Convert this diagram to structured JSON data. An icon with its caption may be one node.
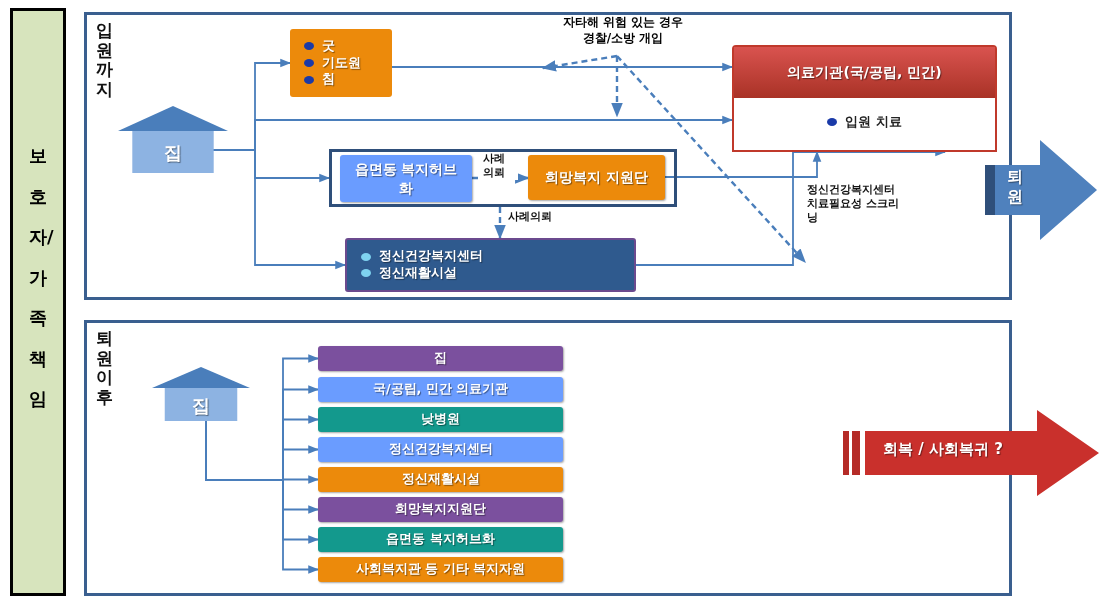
{
  "diagram": {
    "nodes": [
      {
        "text": [
          "보호자/가족책임"
        ]
      },
      {
        "text": [
          "입원까지"
        ]
      },
      {
        "text": [
          "집"
        ],
        "in": 1
      },
      {
        "text": [
          "굿",
          "기도원",
          "침"
        ],
        "in": 1
      },
      {
        "text": [
          "자타해 위험 있는 경우 경찰/소방 개입"
        ],
        "in": 1
      },
      {
        "text": [
          "의료기관(국/공립, 민간)",
          "입원 치료"
        ],
        "in": 1
      },
      {
        "text": [],
        "shape": "box",
        "in": 1
      },
      {
        "text": [
          "읍면동 복지허브화"
        ],
        "in": 6
      },
      {
        "text": [
          "희망복지 지원단"
        ],
        "in": 6
      },
      {
        "text": [
          "정신건강복지센터",
          "정신재활시설"
        ],
        "in": 1
      },
      {
        "text": [
          "퇴원"
        ]
      },
      {
        "text": [
          "퇴원 이후"
        ]
      },
      {
        "text": [
          "집"
        ],
        "in": 11
      },
      {
        "text": [
          "집"
        ],
        "in": 11
      },
      {
        "text": [
          "국/공립, 민간 의료기관"
        ],
        "in": 11
      },
      {
        "text": [
          "낮병원"
        ],
        "in": 11
      },
      {
        "text": [
          "정신건강복지센터"
        ],
        "in": 11
      },
      {
        "text": [
          "정신재활시설"
        ],
        "in": 11
      },
      {
        "text": [
          "희망복지지원단"
        ],
        "in": 11
      },
      {
        "text": [
          "읍면동 복지허브화"
        ],
        "in": 11
      },
      {
        "text": [
          "사회복지관 등 기타 복지자원"
        ],
        "in": 11
      },
      {
        "text": [
          "회복 / 사회복귀 ?"
        ]
      }
    ],
    "edges": [
      {
        "from": 2,
        "to": 3,
        "arrow": "to"
      },
      {
        "from": 2,
        "to": 5,
        "arrow": "to"
      },
      {
        "from": 2,
        "to": 6,
        "arrow": "to"
      },
      {
        "from": 2,
        "to": 9,
        "arrow": "to"
      },
      {
        "from": 3,
        "to": 5,
        "arrow": "to"
      },
      {
        "from": 7,
        "to": 8,
        "arrow": "to",
        "style": "dashed",
        "label": "사례 의뢰"
      },
      {
        "from": 6,
        "to": 9,
        "arrow": "to",
        "style": "dashed",
        "label": "사례의뢰"
      },
      {
        "from": 8,
        "to": 5,
        "arrow": "to",
        "label": "정신건강복지센터 치료필요성 스크리닝"
      },
      {
        "from": 9,
        "to": 5,
        "arrow": "to"
      },
      {
        "from": 4,
        "to": null,
        "arrow": "to",
        "style": "dashed"
      },
      {
        "from": 4,
        "to": null,
        "arrow": "to",
        "style": "dashed"
      },
      {
        "from": 4,
        "to": null,
        "arrow": "to",
        "style": "dashed"
      },
      {
        "from": 12,
        "to": 13,
        "arrow": "to"
      },
      {
        "from": 12,
        "to": 14,
        "arrow": "to"
      },
      {
        "from": 12,
        "to": 15,
        "arrow": "to"
      },
      {
        "from": 12,
        "to": 16,
        "arrow": "to"
      },
      {
        "from": 12,
        "to": 17,
        "arrow": "to"
      },
      {
        "from": 12,
        "to": 18,
        "arrow": "to"
      },
      {
        "from": 12,
        "to": 19,
        "arrow": "to"
      },
      {
        "from": 12,
        "to": 20,
        "arrow": "to"
      }
    ]
  }
}
